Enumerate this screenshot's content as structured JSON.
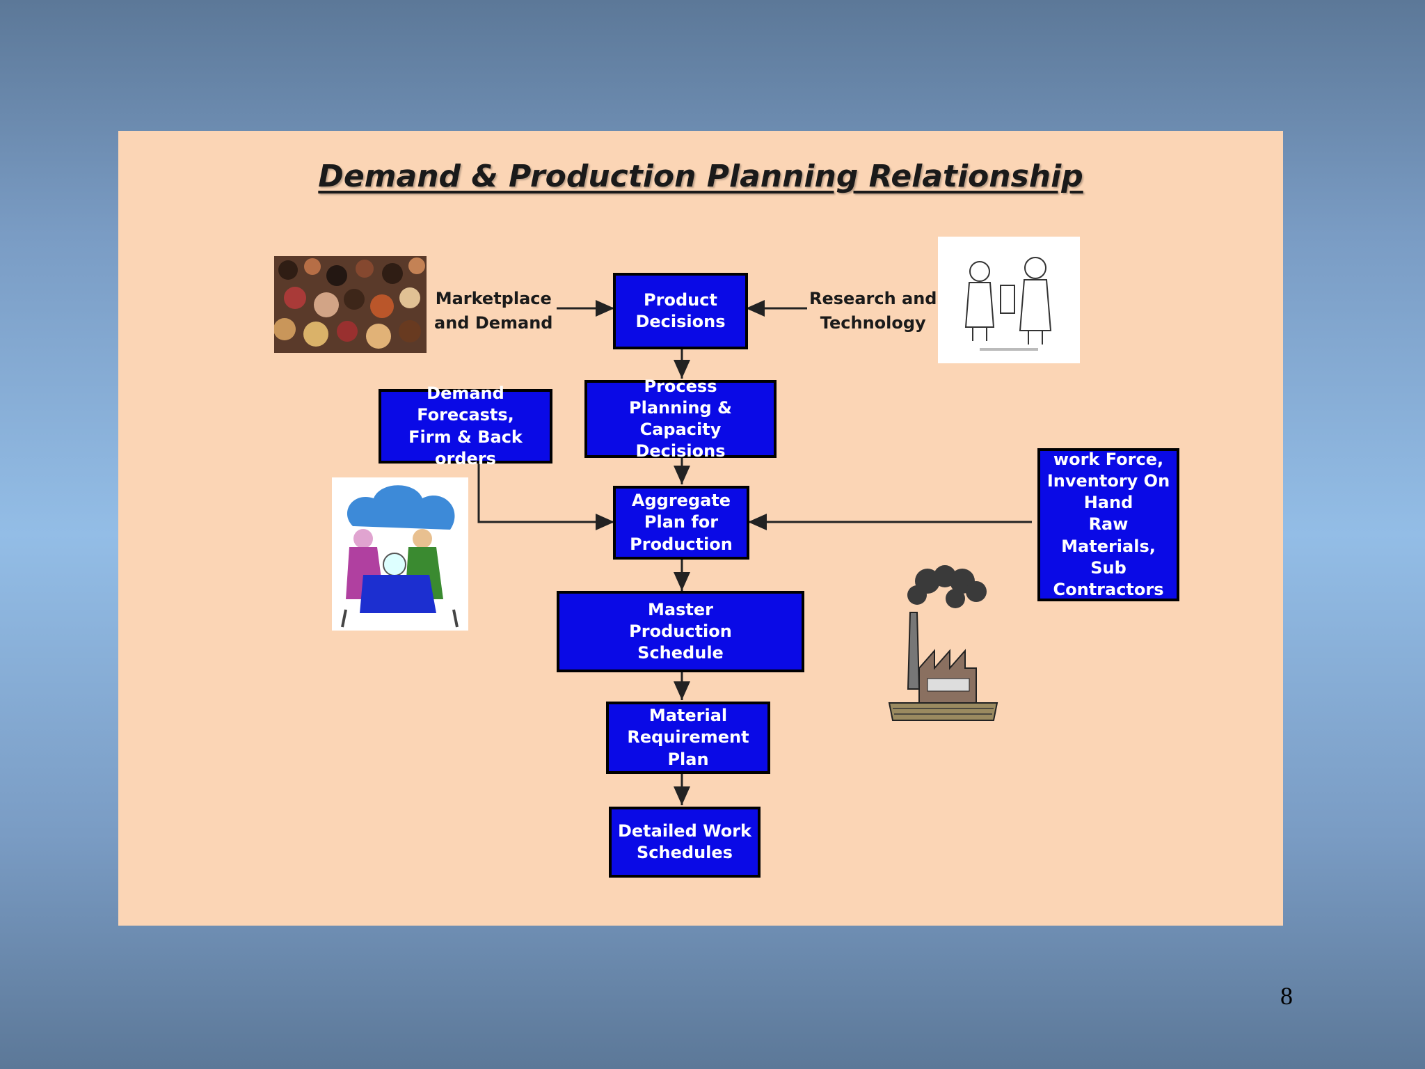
{
  "title": "Demand & Production Planning Relationship",
  "boxes": {
    "product": "Product\nDecisions",
    "process": "Process\nPlanning & Capacity\nDecisions",
    "demand": "Demand\nForecasts,\nFirm  & Back orders",
    "aggregate": "Aggregate\nPlan for\nProduction",
    "workforce": "work Force,\nInventory On\nHand\nRaw Materials,\nSub Contractors",
    "master": "Master\nProduction\nSchedule",
    "material": "Material\nRequirement Plan",
    "detailed": "Detailed Work\nSchedules"
  },
  "labels": {
    "marketplace": "Marketplace\nand Demand",
    "research": "Research and\nTechnology"
  },
  "page_number": "8",
  "colors": {
    "box_fill": "#0a0ae6",
    "slide_bg": "#fbd5b5"
  }
}
